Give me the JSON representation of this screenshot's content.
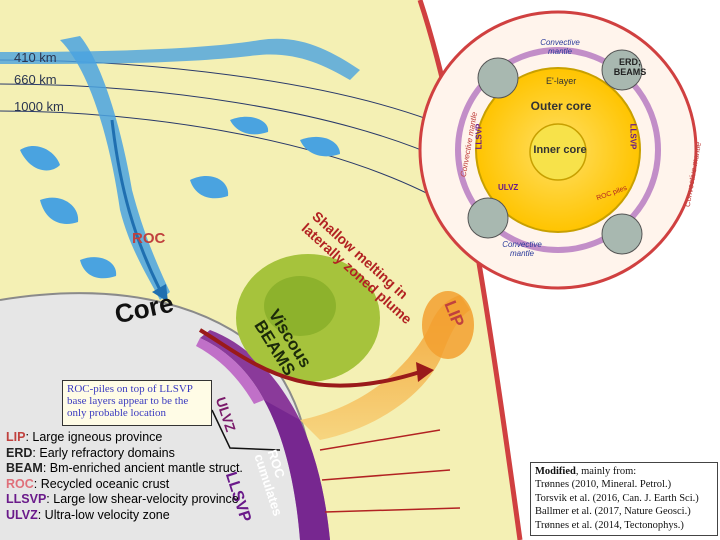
{
  "depths": {
    "d410": "410 km",
    "d660": "660 km",
    "d1000": "1000 km"
  },
  "labels": {
    "roc": "ROC",
    "core": "Core",
    "beams": "Viscous BEAMS",
    "plume": "Shallow melting in laterally zoned plume",
    "lip": "LIP",
    "ulvz": "ULVZ",
    "llsvp": "LLSVP",
    "roc_cumulates": "ROC cumulates"
  },
  "callout": "ROC-piles on top of LLSVP base layers appear to be the only probable location",
  "legend": [
    {
      "key": "LIP",
      "text": ": Large igneous province",
      "color": "#c0413e"
    },
    {
      "key": "ERD",
      "text": ": Early refractory domains",
      "color": "#222222"
    },
    {
      "key": "BEAM",
      "text": ": Bm-enriched ancient mantle struct.",
      "color": "#222222"
    },
    {
      "key": "ROC",
      "text": ": Recycled oceanic crust",
      "color": "#e0707a"
    },
    {
      "key": "LLSVP",
      "text": ": Large low shear-velocity province",
      "color": "#6a1a8a"
    },
    {
      "key": "ULVZ",
      "text": ": Ultra-low velocity zone",
      "color": "#6a1a8a"
    }
  ],
  "references": {
    "lead_bold": "Modified",
    "lead_rest": ", mainly from:",
    "lines": [
      "Trønnes (2010, Mineral. Petrol.)",
      "Torsvik et al. (2016, Can. J. Earth Sci.)",
      "Ballmer et al. (2017, Nature Geosci.)",
      "Trønnes et al. (2014, Tectonophys.)"
    ]
  },
  "inset": {
    "outer_core": "Outer core",
    "inner_core": "Inner core",
    "ec_layer": "E'-layer",
    "conv_top": "Convective mantle",
    "conv_bottom": "Convective mantle",
    "erd_beams": "ERD; BEAMS",
    "ulvz": "ULVZ",
    "llsvp_left": "LLSVP",
    "llsvp_right": "LLSVP",
    "conv_left": "Convective mantle",
    "conv_right": "Convective mantle",
    "roc_piles": "ROC piles"
  },
  "colors": {
    "mantle": "#f4f0b4",
    "slab": "#4aa3e0",
    "core": "#e6e6e6",
    "llsvp": "#8a3a9a",
    "beams": "#a6c33c",
    "plume": "#f2b43c",
    "roc": "#e0707a",
    "outer_core": "#ffd200"
  }
}
